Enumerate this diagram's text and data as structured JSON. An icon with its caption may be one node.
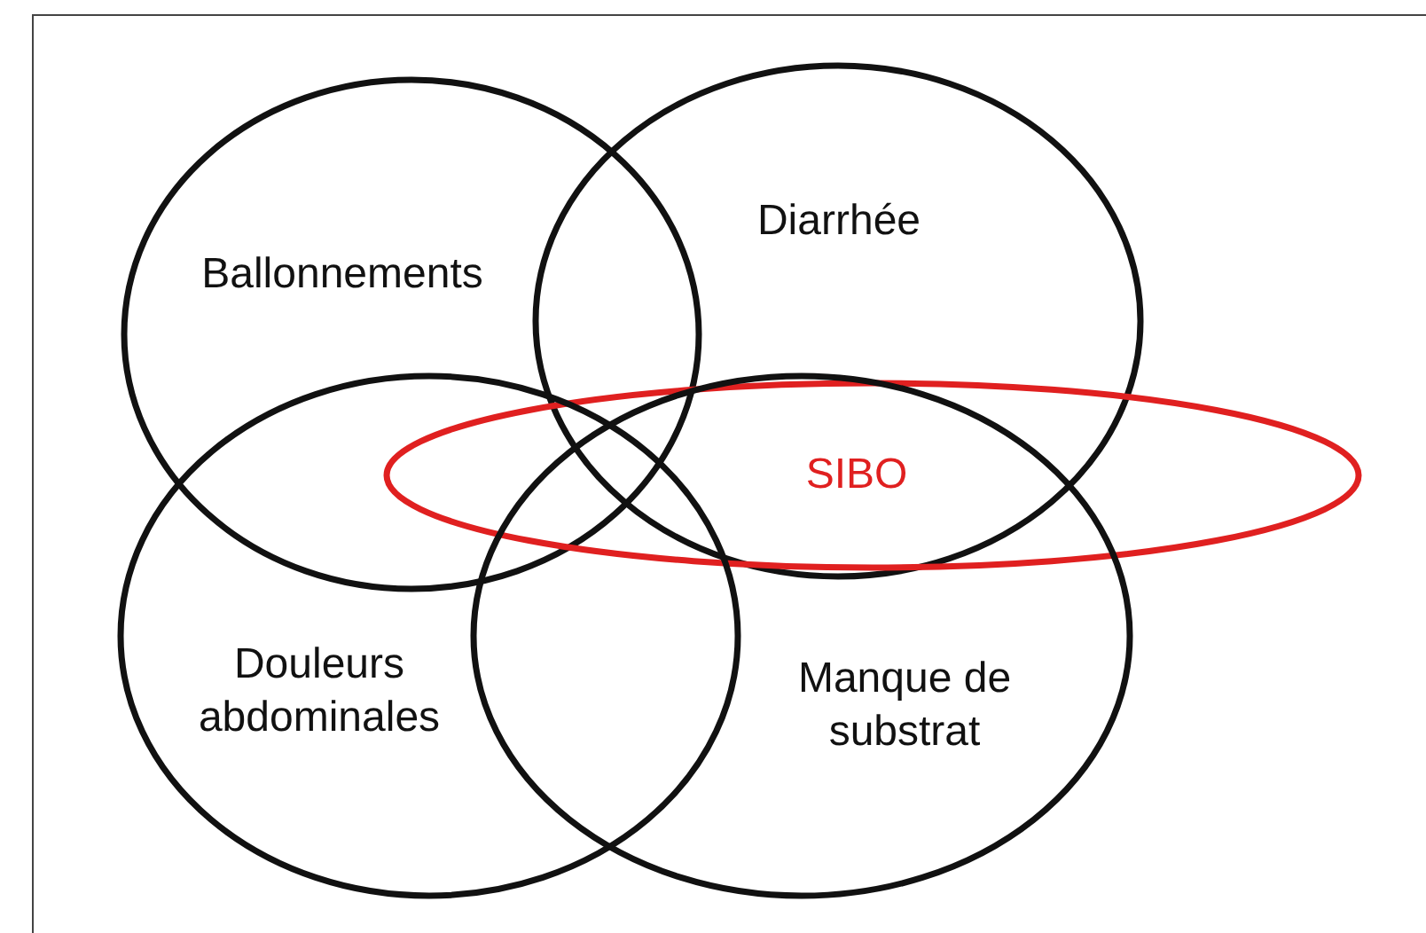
{
  "diagram": {
    "nodes": [
      {
        "text": [
          "Ballonnements"
        ]
      },
      {
        "text": [
          "Diarrhée"
        ]
      },
      {
        "text": [
          "SIBO"
        ]
      },
      {
        "text": [
          "Douleurs abdominales"
        ]
      },
      {
        "text": [
          "Manque de substrat"
        ]
      }
    ],
    "edges": []
  }
}
